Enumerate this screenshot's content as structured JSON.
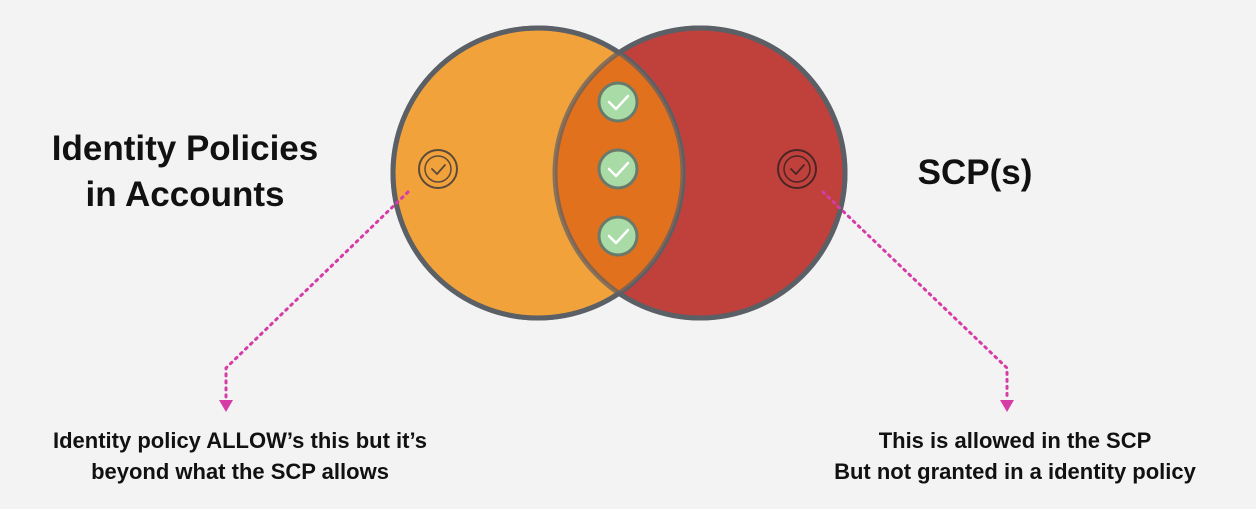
{
  "left_set": {
    "title_line1": "Identity Policies",
    "title_line2": "in Accounts",
    "caption_line1": "Identity policy ALLOW’s this but it’s",
    "caption_line2": "beyond what the SCP allows",
    "color": "#f2a23b"
  },
  "right_set": {
    "title": "SCP(s)",
    "caption_line1": "This is allowed in the SCP",
    "caption_line2": "But not granted in a identity policy",
    "color": "#c0413c"
  },
  "overlap": {
    "color": "#e2711d",
    "check_count": 3,
    "check_color": "#a9dba6"
  },
  "colors": {
    "circle_border": "#5b5f66",
    "arrow": "#d63ca6",
    "background": "#f3f3f3"
  }
}
